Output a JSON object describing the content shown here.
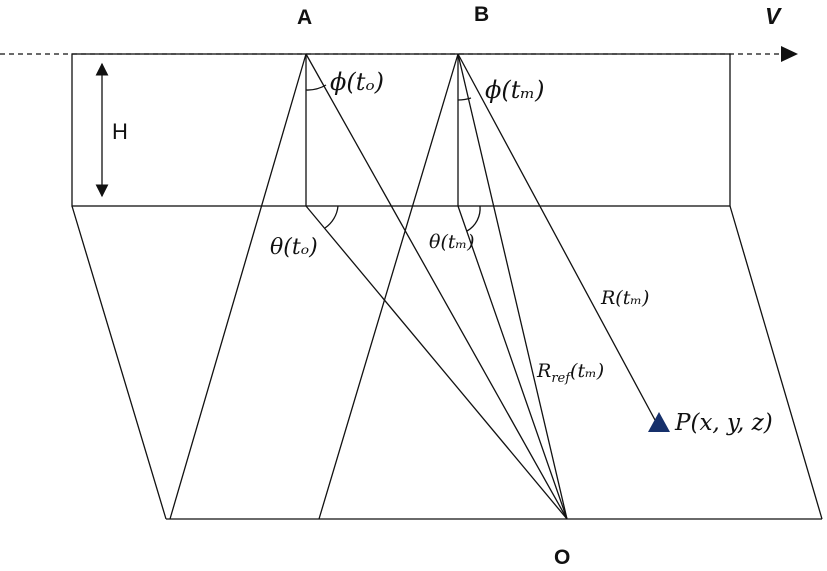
{
  "labels": {
    "point_a": "A",
    "point_b": "B",
    "velocity": "V",
    "height": "H",
    "origin": "O",
    "phi_to": "ϕ(tₒ)",
    "phi_tm": "ϕ(tₘ)",
    "theta_to": "θ(tₒ)",
    "theta_tm": "θ(tₘ)",
    "range_tm": "R(tₘ)",
    "range_ref_tm": "R",
    "range_ref_sub": "ref",
    "range_ref_arg": "(tₘ)",
    "target_point": "P(x, y, z)"
  },
  "colors": {
    "lines": "#111111",
    "target_marker": "#16306b"
  }
}
